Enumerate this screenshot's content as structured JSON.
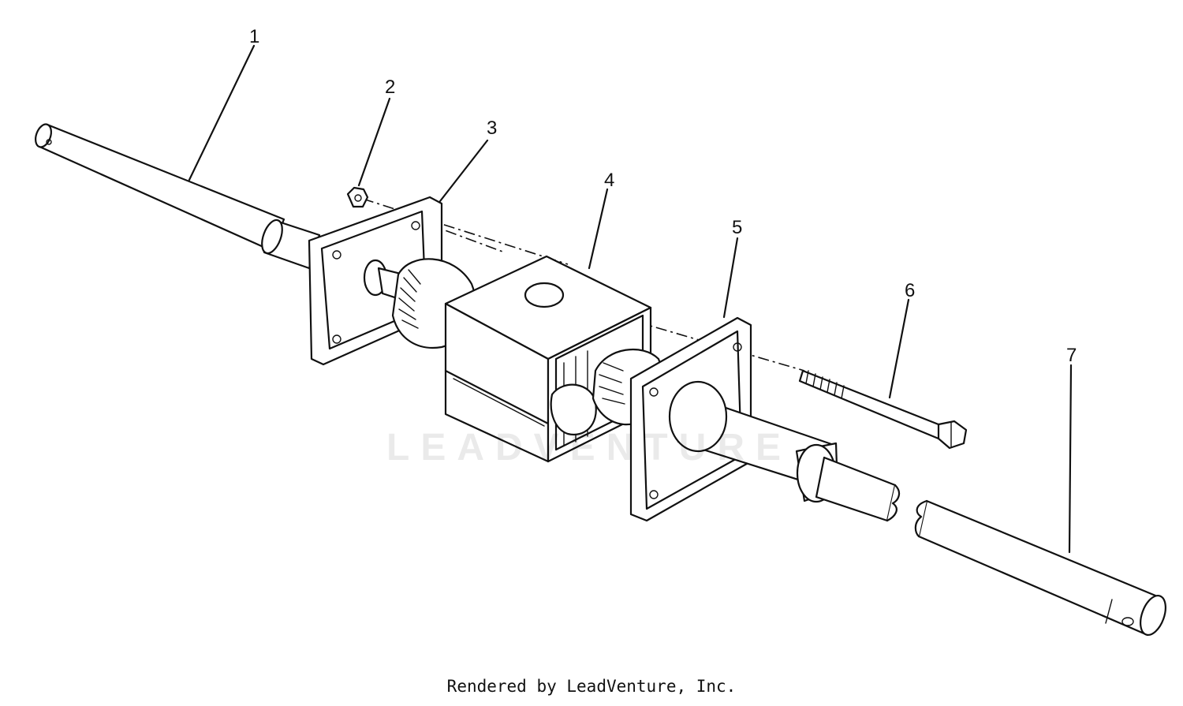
{
  "callouts": [
    {
      "id": "1",
      "label": "1"
    },
    {
      "id": "2",
      "label": "2"
    },
    {
      "id": "3",
      "label": "3"
    },
    {
      "id": "4",
      "label": "4"
    },
    {
      "id": "5",
      "label": "5"
    },
    {
      "id": "6",
      "label": "6"
    },
    {
      "id": "7",
      "label": "7"
    }
  ],
  "watermark": "LEADVENTURE",
  "footer": "Rendered by LeadVenture, Inc."
}
